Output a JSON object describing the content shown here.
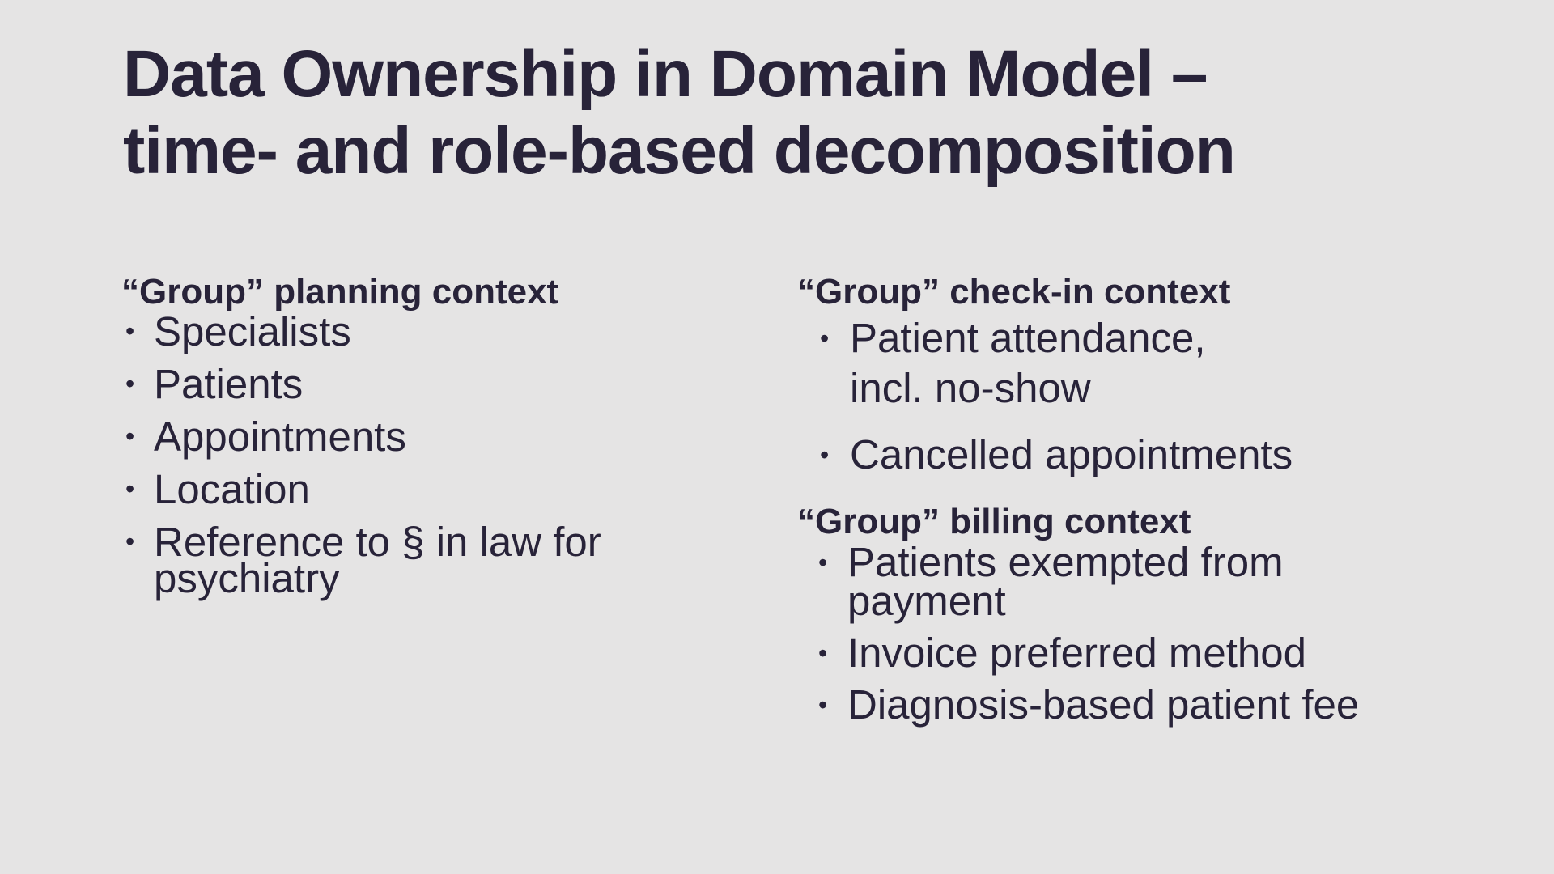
{
  "slide": {
    "title": "Data Ownership in Domain Model –\ntime- and role-based decomposition",
    "colors": {
      "background": "#e5e4e4",
      "text": "#282339"
    },
    "bullet_glyph": "•",
    "planning_context": {
      "heading": "“Group” planning context",
      "items": [
        "Specialists",
        "Patients",
        "Appointments",
        "Location",
        "Reference to § in law for\npsychiatry"
      ]
    },
    "checkin_context": {
      "heading": "“Group” check-in context",
      "items": [
        "Patient attendance,\nincl. no-show",
        "Cancelled appointments"
      ]
    },
    "billing_context": {
      "heading": "“Group” billing context",
      "items": [
        "Patients exempted from\npayment",
        "Invoice preferred method",
        "Diagnosis-based patient fee"
      ]
    }
  }
}
